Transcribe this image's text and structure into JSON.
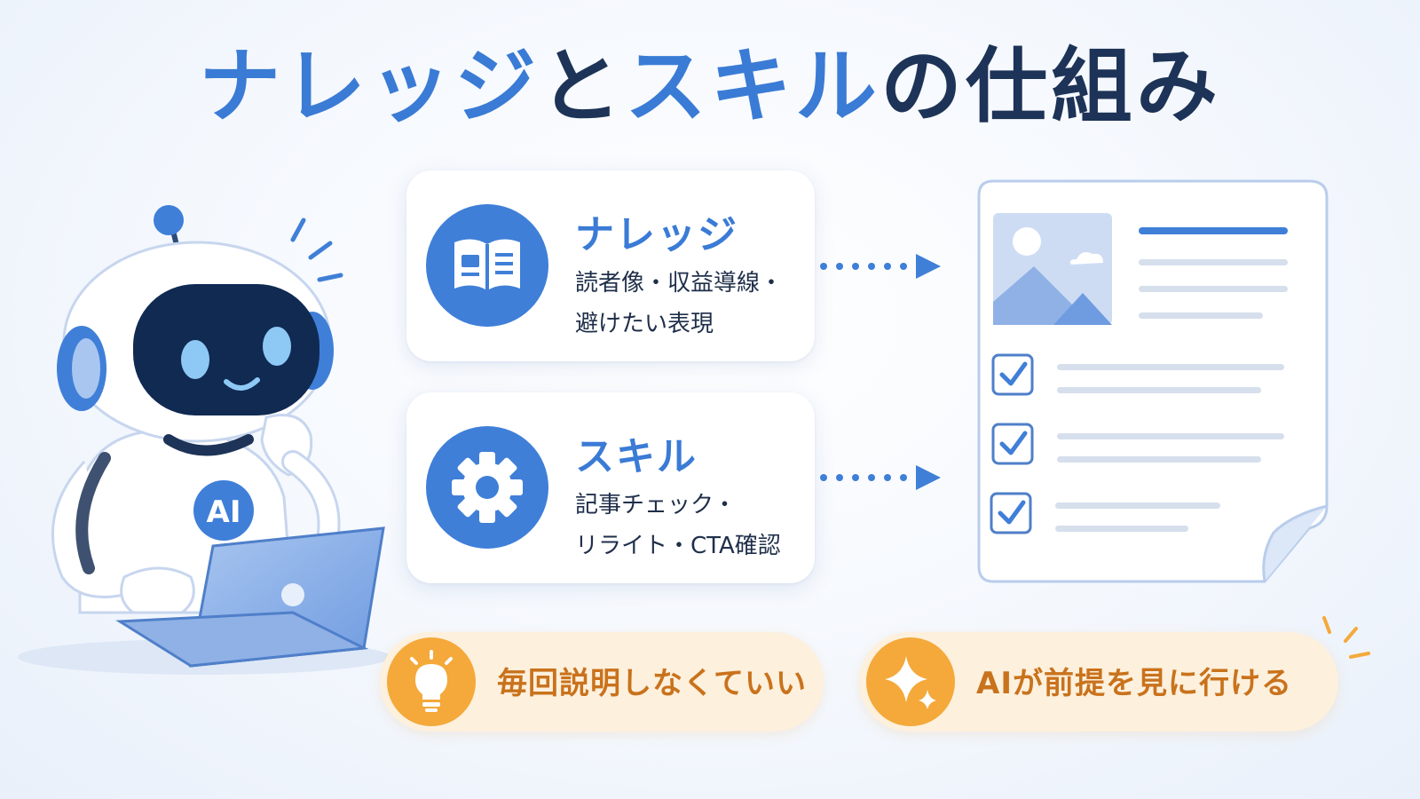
{
  "title": {
    "part1": "ナレッジ",
    "part2": "と",
    "part3": "スキル",
    "part4": "の仕組み"
  },
  "cards": [
    {
      "title": "ナレッジ",
      "desc_line1": "読者像・収益導線・",
      "desc_line2": "避けたい表現",
      "icon": "book-icon"
    },
    {
      "title": "スキル",
      "desc_line1": "記事チェック・",
      "desc_line2": "リライト・CTA確認",
      "icon": "gear-icon"
    }
  ],
  "benefits": [
    {
      "text": "毎回説明しなくていい",
      "icon": "lightbulb-icon"
    },
    {
      "text": "AIが前提を見に行ける",
      "icon": "sparkle-icon"
    }
  ],
  "robot": {
    "chest_label": "AI"
  },
  "colors": {
    "primary_blue": "#3a7bd5",
    "navy": "#1d3357",
    "orange": "#f4a93a",
    "orange_text": "#c9721c",
    "pill_bg": "#fdf0dd"
  }
}
